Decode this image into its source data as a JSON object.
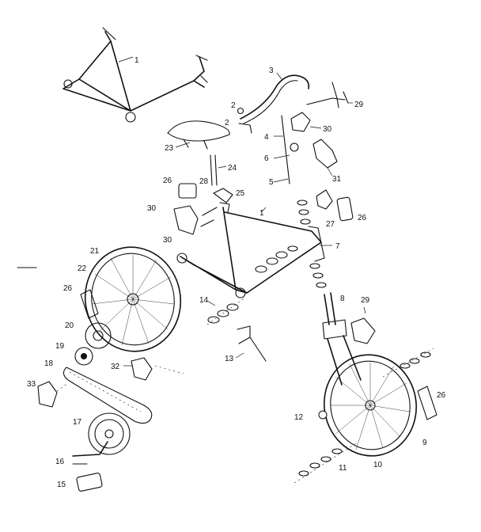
{
  "callouts": {
    "c1a": "1",
    "c1b": "1",
    "c2a": "2",
    "c2b": "2",
    "c3": "3",
    "c4": "4",
    "c5": "5",
    "c6": "6",
    "c7": "7",
    "c8": "8",
    "c9": "9",
    "c10": "10",
    "c11": "11",
    "c12": "12",
    "c13": "13",
    "c14": "14",
    "c15": "15",
    "c16": "16",
    "c17": "17",
    "c18": "18",
    "c19": "19",
    "c20": "20",
    "c21": "21",
    "c22": "22",
    "c23": "23",
    "c24": "24",
    "c25": "25",
    "c26a": "26",
    "c26b": "26",
    "c26c": "26",
    "c26d": "26",
    "c27": "27",
    "c28": "28",
    "c29a": "29",
    "c29b": "29",
    "c30a": "30",
    "c30b": "30",
    "c30c": "30",
    "c31": "31",
    "c32": "32",
    "c33": "33"
  }
}
